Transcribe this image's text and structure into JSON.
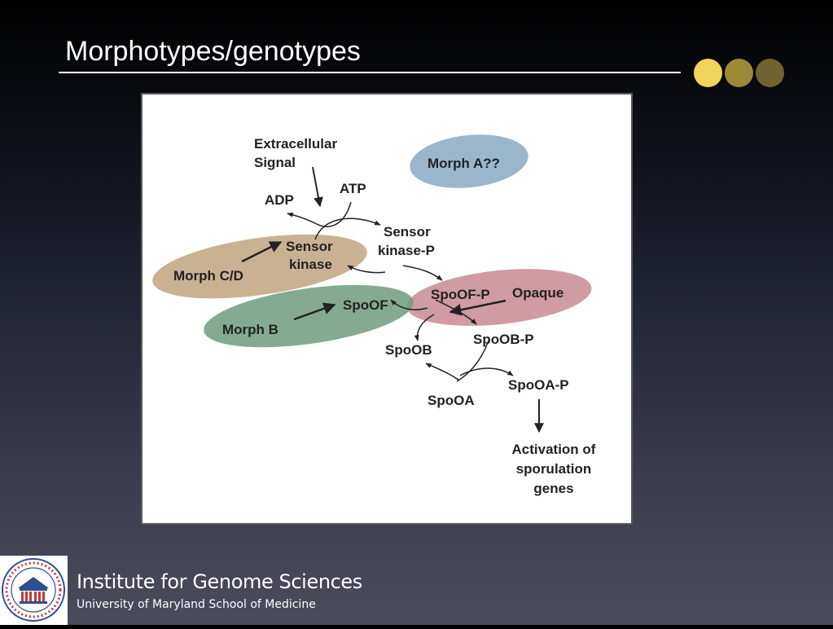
{
  "slide": {
    "title": "Morphotypes/genotypes"
  },
  "decor": {
    "dot_colors": [
      "#f2d35c",
      "#9c8936",
      "#6f6431"
    ]
  },
  "diagram": {
    "colors": {
      "morph_cd": "#bfa57f",
      "morph_b": "#6f9c7e",
      "opaque": "#c88a93",
      "morph_a": "#89a9c2",
      "arrow": "#222222"
    },
    "regions": {
      "morph_a": "Morph A??",
      "morph_cd": "Morph C/D",
      "morph_b": "Morph B",
      "opaque": "Opaque"
    },
    "nodes": {
      "extracellular_line1": "Extracellular",
      "extracellular_line2": "Signal",
      "atp": "ATP",
      "adp": "ADP",
      "sensor_kinase_line1": "Sensor",
      "sensor_kinase_line2": "kinase",
      "sensor_kinase_p_line1": "Sensor",
      "sensor_kinase_p_line2": "kinase-P",
      "spo0f": "SpoOF",
      "spo0f_p": "SpoOF-P",
      "spo0b": "SpoOB",
      "spo0b_p": "SpoOB-P",
      "spo0a": "SpoOA",
      "spo0a_p": "SpoOA-P",
      "activation_line1": "Activation of",
      "activation_line2": "sporulation",
      "activation_line3": "genes"
    }
  },
  "footer": {
    "institute": "Institute for Genome Sciences",
    "university": "University of Maryland School of Medicine",
    "seal_icon": "university-seal-icon"
  }
}
